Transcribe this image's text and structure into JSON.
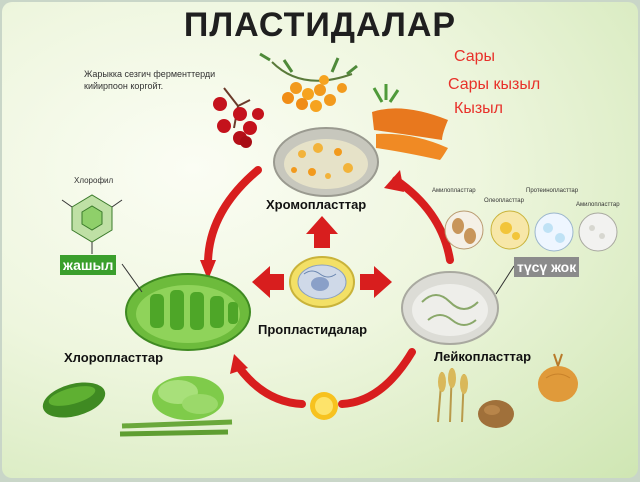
{
  "title": "ПЛАСТИДАЛАР",
  "note": "Жарыкка сезгич ферменттерди кийирпоон коргойт.",
  "colors": {
    "yellow": "Сары",
    "orange": "Сары кызыл",
    "red": "Кызыл"
  },
  "structures": {
    "chromoplasts": "Хромопласттар",
    "chloroplasts": "Хлоропласттар",
    "proplastids": "Пропластидалар",
    "leucoplasts": "Лейкопласттар"
  },
  "tags": {
    "green": "жашыл",
    "colorless": "түсү жок"
  },
  "chlorophyll_label": "Хлорофил",
  "leuco_types": [
    "Амилопласттар",
    "Протеинопласттар",
    "Олеопласттар",
    "Амилопласттар"
  ],
  "palette": {
    "accent_red": "#e8312a",
    "arrow_red": "#d81e1e",
    "green_tag": "#3a9f2c",
    "gray_tag": "#8b8b8b"
  }
}
